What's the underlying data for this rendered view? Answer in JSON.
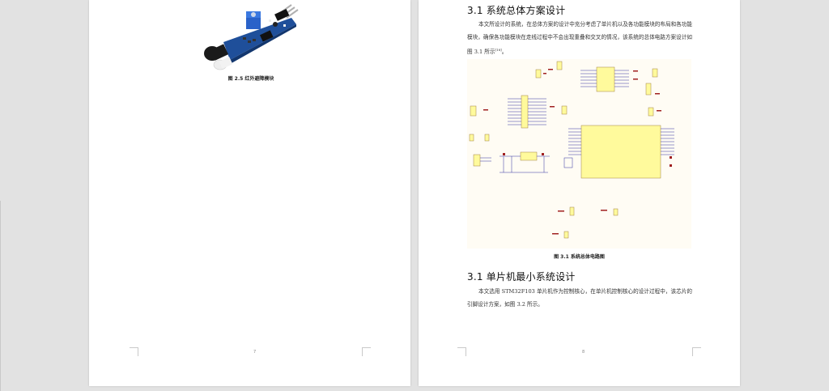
{
  "viewer": {
    "background_color": "#e2e2e2",
    "pages": [
      {
        "page_number": "7",
        "figure": {
          "image_alt": "红外避障模块 photo",
          "caption": "图 2.5  红外避障模块"
        }
      },
      {
        "page_number": "8",
        "sections": [
          {
            "heading": "3.1 系统总体方案设计",
            "paragraph": "本文所设计的系统，在总体方案的设计中充分考虑了单片机以及各功能模块的布局和各功能模块，确保各功能模块在走线过程中不会出现重叠和交叉的情况，该系统的总体电路方案设计如图 3.1 所示",
            "citation": "[18]",
            "paragraph_end": "。"
          },
          {
            "heading": "3.1 单片机最小系统设计",
            "paragraph": "本文选用 STM32F103 单片机作为控制核心，在单片机控制核心的设计过程中，该芯片的引脚设计方案，如图 3.2 所示。"
          }
        ],
        "figure": {
          "image_alt": "系统总体电路图 schematic",
          "caption": "图 3.1  系统总体电路图"
        }
      }
    ]
  },
  "colors": {
    "pcb_blue": "#1f4f9a",
    "schematic_bg": "#fffcf4",
    "chip_fill": "#fffa9c",
    "wire_blue": "#3030a0",
    "net_red": "#a02020"
  }
}
